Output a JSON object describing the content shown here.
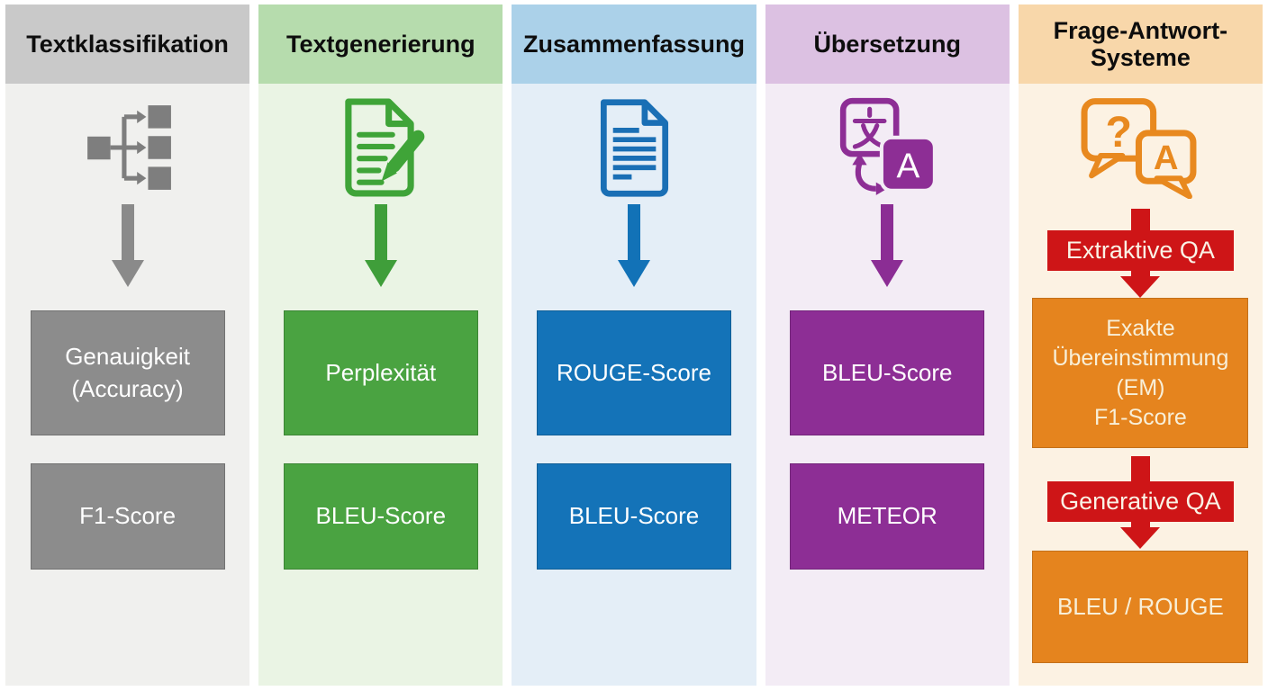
{
  "page": {
    "background": "#ffffff",
    "description_text": ""
  },
  "columns": [
    {
      "title": "Textklassifikation",
      "icon": "hierarchy-icon",
      "colors": {
        "header_bg": "#c9c9c9",
        "body_bg": "#f0f0ee",
        "box_bg": "#8c8c8c",
        "arrow": "#8a8a8a",
        "icon": "#7e7e7e",
        "box_text": "#ffffff",
        "header_text": "#0d0d0d"
      },
      "boxes": [
        {
          "lines": [
            "Genauigkeit",
            "(Accuracy)"
          ]
        },
        {
          "lines": [
            "F1-Score"
          ]
        }
      ]
    },
    {
      "title": "Textgenerierung",
      "icon": "document-pencil-icon",
      "colors": {
        "header_bg": "#b6dcad",
        "body_bg": "#eaf4e4",
        "box_bg": "#4aa341",
        "arrow": "#3f9e3a",
        "icon": "#3fa438",
        "box_text": "#ffffff",
        "header_text": "#0d0d0d"
      },
      "boxes": [
        {
          "lines": [
            "Perplexität"
          ]
        },
        {
          "lines": [
            "BLEU-Score"
          ]
        }
      ]
    },
    {
      "title": "Zusammenfassung",
      "icon": "document-icon",
      "colors": {
        "header_bg": "#abd1e9",
        "body_bg": "#e4eef7",
        "box_bg": "#1473b8",
        "arrow": "#1272b7",
        "icon": "#1a6fb5",
        "box_text": "#ffffff",
        "header_text": "#0d0d0d"
      },
      "boxes": [
        {
          "lines": [
            "ROUGE-Score"
          ]
        },
        {
          "lines": [
            "BLEU-Score"
          ]
        }
      ]
    },
    {
      "title": "Übersetzung",
      "icon": "translate-icon",
      "icon_glyph": "A",
      "colors": {
        "header_bg": "#dcc1e2",
        "body_bg": "#f3ecf5",
        "box_bg": "#8d2e95",
        "arrow": "#8b2d94",
        "icon": "#8d2e95",
        "box_text": "#ffffff",
        "header_text": "#0d0d0d"
      },
      "boxes": [
        {
          "lines": [
            "BLEU-Score"
          ]
        },
        {
          "lines": [
            "METEOR"
          ]
        }
      ]
    },
    {
      "title": "Frage-Antwort-Systeme",
      "icon": "question-answer-icon",
      "icon_glyphs": {
        "question": "?",
        "answer": "A"
      },
      "colors": {
        "header_bg": "#f8d7aa",
        "body_bg": "#fcf2e3",
        "box_bg": "#e5841e",
        "arrow": "#ce1517",
        "banner_bg": "#ce1517",
        "icon": "#e8891f",
        "box_text": "#f8efd8",
        "banner_text": "#faf3e6",
        "header_text": "#0d0d0d"
      },
      "banners": [
        {
          "label": "Extraktive QA"
        },
        {
          "label": "Generative QA"
        }
      ],
      "boxes": [
        {
          "lines": [
            "Exakte",
            "Übereinstimmung",
            "(EM)",
            "F1-Score"
          ]
        },
        {
          "lines": [
            "BLEU / ROUGE"
          ]
        }
      ]
    }
  ]
}
